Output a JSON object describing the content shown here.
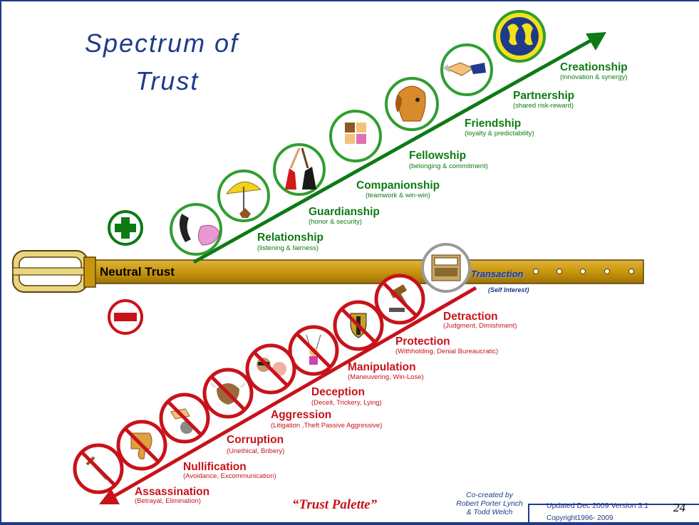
{
  "title": {
    "line1": "Spectrum of",
    "line2": "Trust"
  },
  "neutral": {
    "label": "Neutral  Trust"
  },
  "transaction": {
    "label": "Transaction",
    "sub": "(Self Interest)"
  },
  "positive_levels": [
    {
      "label": "Relationship",
      "sub": "(listening & fairness)",
      "icon": "telephone-icon"
    },
    {
      "label": "Guardianship",
      "sub": "(honor & security)",
      "icon": "umbrella-icon"
    },
    {
      "label": "Companionship",
      "sub": "(teamwork & win-win)",
      "icon": "raised-hands-icon"
    },
    {
      "label": "Fellowship",
      "sub": "(belonging & commitment)",
      "icon": "linked-hands-icon"
    },
    {
      "label": "Friendship",
      "sub": "(loyalty & predictability)",
      "icon": "dog-icon"
    },
    {
      "label": "Partnership",
      "sub": "(shared risk-reward)",
      "icon": "handshake-icon"
    },
    {
      "label": "Creationship",
      "sub": "(innovation & synergy)",
      "icon": "synergy-logo-icon"
    }
  ],
  "negative_levels": [
    {
      "label": "Assassination",
      "sub": "(Betrayal, Elimination)",
      "icon": "dagger-icon"
    },
    {
      "label": "Nullification",
      "sub": "(Avoidance, Excommunication)",
      "icon": "thumbs-down-icon"
    },
    {
      "label": "Corruption",
      "sub": "(Unethical, Bribery)",
      "icon": "bribe-icon"
    },
    {
      "label": "Aggression",
      "sub": "(Litigation ,Theft  Passive Aggressive)",
      "icon": "bull-icon"
    },
    {
      "label": "Deception",
      "sub": "(Deceit, Trickery, Lying)",
      "icon": "masked-figures-icon"
    },
    {
      "label": "Manipulation",
      "sub": "(Maneuvering, Win-Lose)",
      "icon": "puppet-icon"
    },
    {
      "label": "Protection",
      "sub": "(Withholding, Denial Bureaucratic)",
      "icon": "shield-knight-icon"
    },
    {
      "label": "Detraction",
      "sub": "(Judgment, Dimishment)",
      "icon": "gavel-icon"
    }
  ],
  "palette_label": "“Trust Palette”",
  "credit": {
    "line1": "Co-created by",
    "line2": "Robert Porter Lynch",
    "line3": "& Todd Welch"
  },
  "footer": {
    "updated": "Updated Dec  2009  Version 3.1",
    "copyright": "Copyright1996- 2009",
    "page": "24"
  },
  "colors": {
    "positive": "#0e7a14",
    "negative": "#c8121a",
    "belt": "#c8960c",
    "title": "#1f3a8a"
  }
}
